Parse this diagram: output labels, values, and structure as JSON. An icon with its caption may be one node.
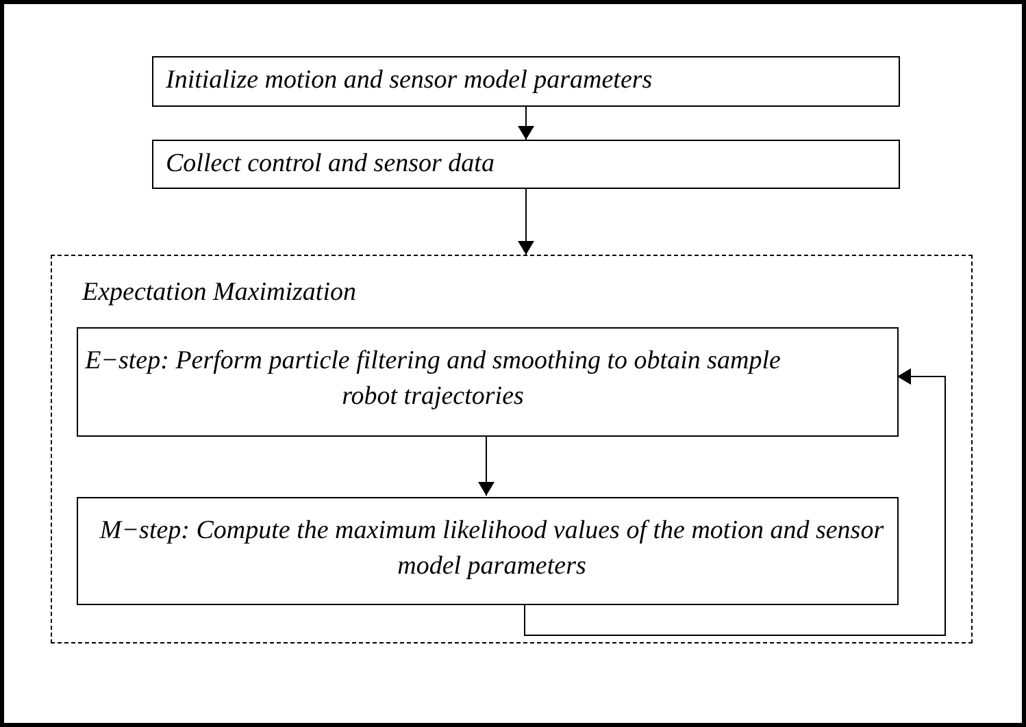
{
  "diagram": {
    "nodes": [
      {
        "text": [
          "Initialize motion and sensor model parameters"
        ]
      },
      {
        "text": [
          "Collect control and sensor data"
        ]
      },
      {
        "text": [
          "Expectation Maximization"
        ]
      },
      {
        "text": [
          "E−step: Perform particle filtering and smoothing to obtain sample robot trajectories"
        ],
        "in": 2
      },
      {
        "text": [
          "M−step: Compute the maximum likelihood values of the motion and sensor model parameters"
        ],
        "in": 2
      }
    ],
    "edges": [
      {
        "from": 0,
        "to": 1,
        "arrow": "to"
      },
      {
        "from": 1,
        "to": 2,
        "arrow": "to"
      },
      {
        "from": 3,
        "to": 4,
        "arrow": "to"
      },
      {
        "from": 4,
        "to": 3,
        "arrow": "to"
      }
    ]
  }
}
